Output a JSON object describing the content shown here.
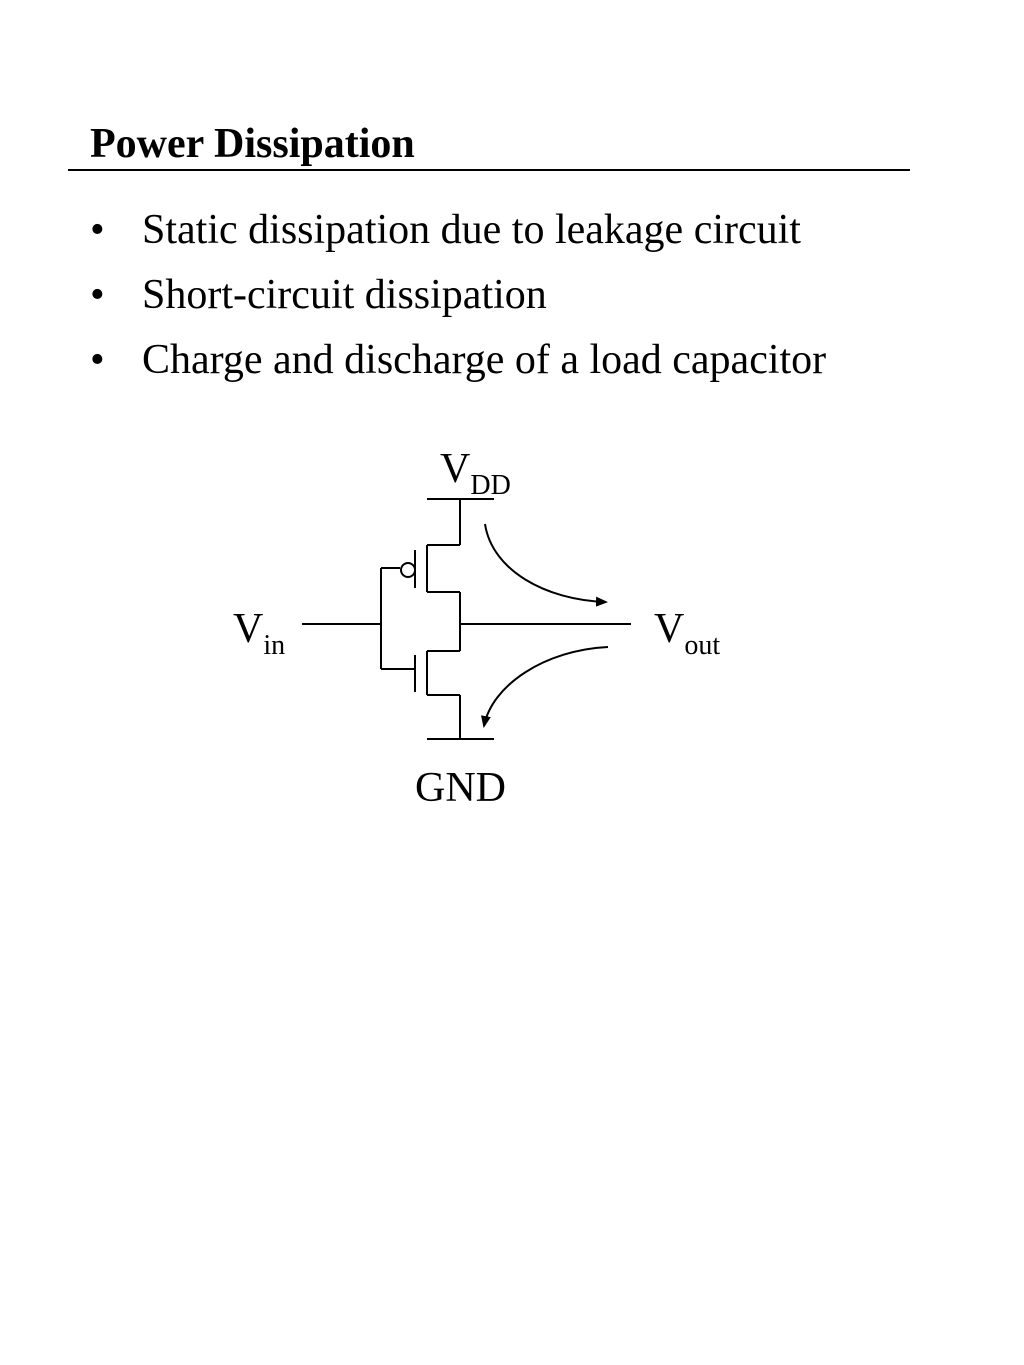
{
  "slide": {
    "title": "Power Dissipation",
    "bullets": [
      "Static dissipation due to leakage circuit",
      "Short-circuit dissipation",
      "Charge and discharge of a load capacitor"
    ],
    "bullet_symbol": "•"
  },
  "circuit": {
    "vdd": {
      "main": "V",
      "sub": "DD"
    },
    "vin": {
      "main": "V",
      "sub": "in"
    },
    "vout": {
      "main": "V",
      "sub": "out"
    },
    "gnd": "GND"
  }
}
